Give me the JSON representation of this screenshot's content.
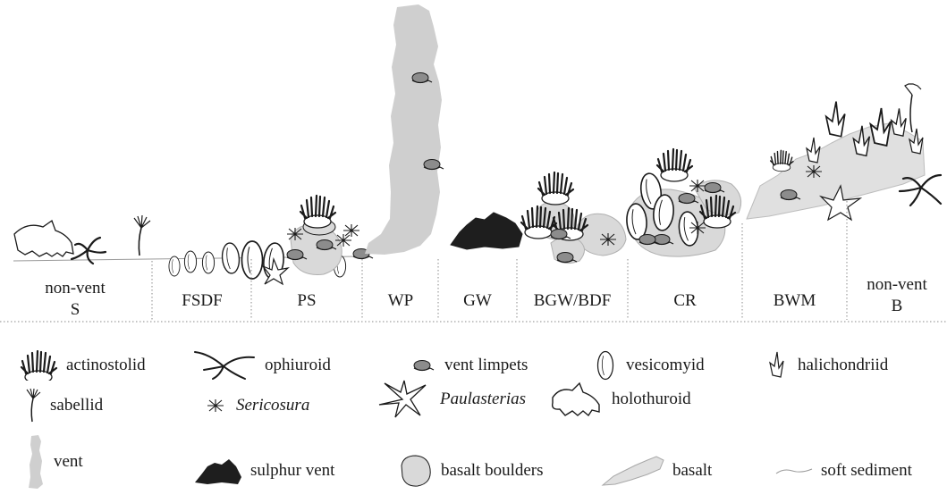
{
  "zones": [
    {
      "id": "non-vent-s",
      "line1": "non-vent",
      "line2": "S"
    },
    {
      "id": "fsdf",
      "line1": "FSDF",
      "line2": ""
    },
    {
      "id": "ps",
      "line1": "PS",
      "line2": ""
    },
    {
      "id": "wp",
      "line1": "WP",
      "line2": ""
    },
    {
      "id": "gw",
      "line1": "GW",
      "line2": ""
    },
    {
      "id": "bgw-bdf",
      "line1": "BGW/BDF",
      "line2": ""
    },
    {
      "id": "cr",
      "line1": "CR",
      "line2": ""
    },
    {
      "id": "bwm",
      "line1": "BWM",
      "line2": ""
    },
    {
      "id": "non-vent-b",
      "line1": "non-vent",
      "line2": "B"
    }
  ],
  "legend": [
    {
      "key": "actinostolid",
      "label": "actinostolid",
      "italic": false,
      "icon": "actinostolid-icon"
    },
    {
      "key": "ophiuroid",
      "label": "ophiuroid",
      "italic": false,
      "icon": "ophiuroid-icon"
    },
    {
      "key": "vent-limpets",
      "label": "vent limpets",
      "italic": false,
      "icon": "vent-limpet-icon"
    },
    {
      "key": "vesicomyid",
      "label": "vesicomyid",
      "italic": false,
      "icon": "vesicomyid-icon"
    },
    {
      "key": "halichondriid",
      "label": "halichondriid",
      "italic": false,
      "icon": "halichondriid-icon"
    },
    {
      "key": "sabellid",
      "label": "sabellid",
      "italic": false,
      "icon": "sabellid-icon"
    },
    {
      "key": "sericosura",
      "label": "Sericosura",
      "italic": true,
      "icon": "sericosura-icon"
    },
    {
      "key": "paulasterias",
      "label": "Paulasterias",
      "italic": true,
      "icon": "paulasterias-icon"
    },
    {
      "key": "holothuroid",
      "label": "holothuroid",
      "italic": false,
      "icon": "holothuroid-icon"
    },
    {
      "key": "vent",
      "label": "vent",
      "italic": false,
      "icon": "vent-chimney-icon"
    },
    {
      "key": "sulphur-vent",
      "label": "sulphur vent",
      "italic": false,
      "icon": "sulphur-vent-icon"
    },
    {
      "key": "basalt-boulders",
      "label": "basalt boulders",
      "italic": false,
      "icon": "basalt-boulder-icon"
    },
    {
      "key": "basalt",
      "label": "basalt",
      "italic": false,
      "icon": "basalt-icon"
    },
    {
      "key": "soft-sediment",
      "label": "soft sediment",
      "italic": false,
      "icon": "soft-sediment-icon"
    }
  ],
  "colors": {
    "ink": "#1a1a1a",
    "vent_grey": "#cfcfcf",
    "boulder_grey": "#d9d9d9",
    "basalt_grey": "#e0e0e0",
    "limpet_grey": "#8c8c8c",
    "sulphur_black": "#1e1e1e"
  }
}
